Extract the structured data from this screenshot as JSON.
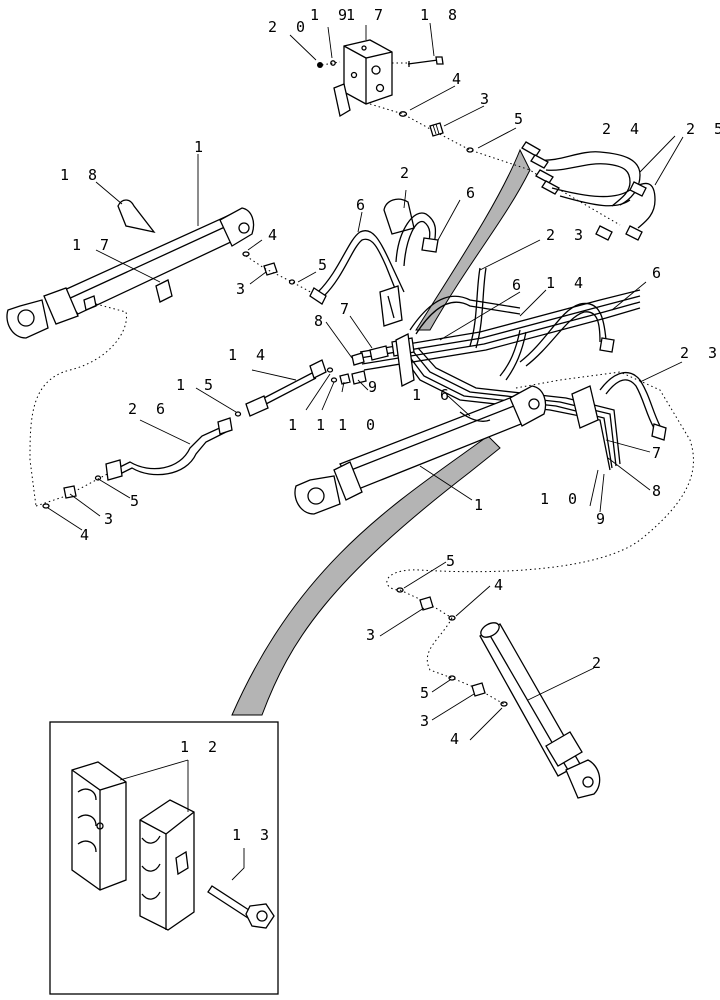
{
  "callouts": {
    "c20": "2 0",
    "c19_top": "1 9",
    "c17_top": "1 7",
    "c18_top": "1 8",
    "c4_top": "4",
    "c3_top": "3",
    "c5_top": "5",
    "c24": "2 4",
    "c25": "2 5",
    "c1_left": "1",
    "c18_left": "1 8",
    "c17_left": "1 7",
    "c4_left": "4",
    "c3_left": "3",
    "c5_left": "5",
    "c2_top": "2",
    "c6_a": "6",
    "c6_b": "6",
    "c23_top": "2 3",
    "c14_mid": "1 4",
    "c6_c": "6",
    "c6_d": "6",
    "c23_right": "2 3",
    "c7_mid": "7",
    "c8_mid": "8",
    "c14_left": "1 4",
    "c15": "1 5",
    "c11": "1 1",
    "c10_mid": "1 0",
    "c9_mid": "9",
    "c16": "1 6",
    "c26": "2 6",
    "c5_lower": "5",
    "c3_lower": "3",
    "c4_lower": "4",
    "c1_right": "1",
    "c7_right": "7",
    "c8_right": "8",
    "c10_right": "1 0",
    "c9_right": "9",
    "c5_b": "5",
    "c4_b": "4",
    "c3_b": "3",
    "c2_b": "2",
    "c5_c": "5",
    "c3_c": "3",
    "c4_c": "4",
    "c12": "1 2",
    "c13": "1 3"
  }
}
